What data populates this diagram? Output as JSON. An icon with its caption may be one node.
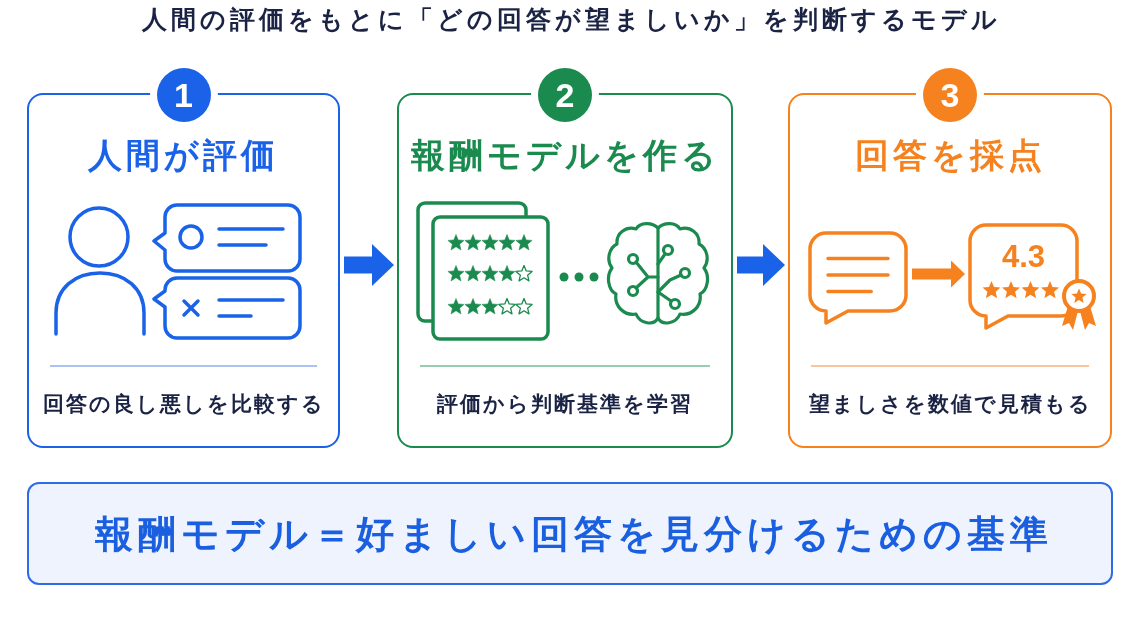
{
  "diagram": {
    "title": "人間の評価をもとに「どの回答が望ましいか」を判断するモデル",
    "nodes": [
      {
        "text": [
          "1",
          "人間が評価",
          "回答の良し悪しを比較する"
        ]
      },
      {
        "text": [
          "2",
          "報酬モデルを作る",
          "評価から判断基準を学習"
        ]
      },
      {
        "text": [
          "3",
          "回答を採点",
          "望ましさを数値で見積もる"
        ]
      },
      {
        "text": [],
        "shape": "bubble",
        "in": 2
      },
      {
        "text": [
          "4.3"
        ],
        "in": 2
      },
      {
        "text": [
          "報酬モデル＝好ましい回答を見分けるための基準"
        ]
      }
    ],
    "edges": [
      {
        "from": 0,
        "to": 1,
        "arrow": "to"
      },
      {
        "from": 1,
        "to": 2,
        "arrow": "to"
      },
      {
        "from": 3,
        "to": 4,
        "arrow": "to",
        "color": "#f5821f"
      }
    ]
  }
}
